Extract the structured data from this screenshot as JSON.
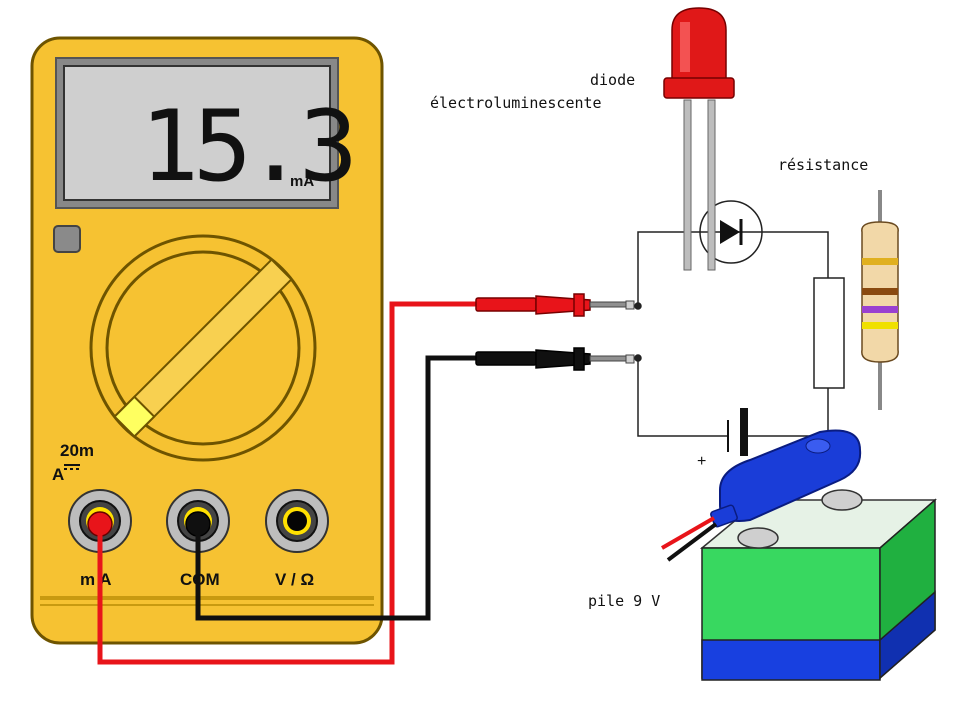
{
  "multimeter": {
    "display_value": "15.3",
    "display_unit": "mA",
    "range_label": "20m",
    "mode_symbol": "A",
    "jacks": [
      {
        "id": "ma",
        "label": "m A"
      },
      {
        "id": "com",
        "label": "COM"
      },
      {
        "id": "v_ohm",
        "label": "V / Ω"
      }
    ]
  },
  "labels": {
    "led_line1": "diode",
    "led_line2": "électroluminescente",
    "resistor": "résistance",
    "battery": "pile 9 V",
    "plus_sign": "+"
  },
  "colors": {
    "meter_body": "#f6c232",
    "meter_outline": "#6e5400",
    "lcd_bg": "#cfcfcf",
    "wire_red": "#e8141a",
    "wire_black": "#101010",
    "led_red": "#e01818",
    "battery_green": "#38d860",
    "battery_blue": "#1840e0",
    "clip_blue": "#1a3dd8"
  }
}
